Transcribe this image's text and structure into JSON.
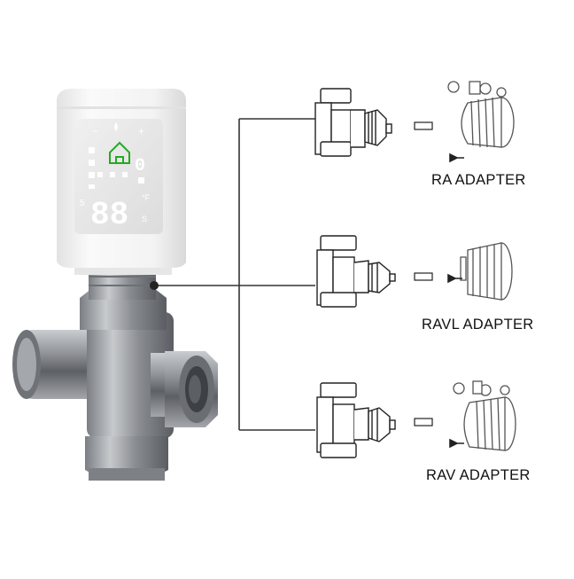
{
  "colors": {
    "background": "#ffffff",
    "thermostat_body": "#f4f4f4",
    "display_panel": "#eaeaea",
    "display_digits": "#ffffff",
    "home_icon": "#22aa22",
    "valve_metal": "#8e9196",
    "connector_line": "#333333",
    "line_art": "#222222"
  },
  "thermostat": {
    "home_icon": "home-icon",
    "display_digits": "88",
    "small_digit": "0"
  },
  "adapters": [
    {
      "label": "RA ADAPTER"
    },
    {
      "label": "RAVL ADAPTER"
    },
    {
      "label": "RAV ADAPTER"
    }
  ]
}
